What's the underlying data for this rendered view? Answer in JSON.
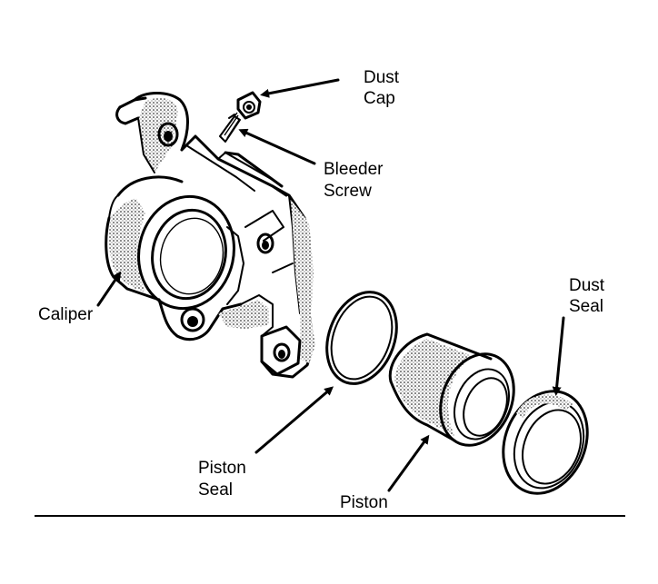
{
  "labels": {
    "dust_cap": [
      "Dust",
      "Cap"
    ],
    "bleeder_screw": [
      "Bleeder",
      "Screw"
    ],
    "caliper": [
      "Caliper"
    ],
    "dust_seal": [
      "Dust",
      "Seal"
    ],
    "piston_seal": [
      "Piston",
      "Seal"
    ],
    "piston": [
      "Piston"
    ]
  },
  "colors": {
    "ink": "#000000",
    "background": "#ffffff"
  }
}
